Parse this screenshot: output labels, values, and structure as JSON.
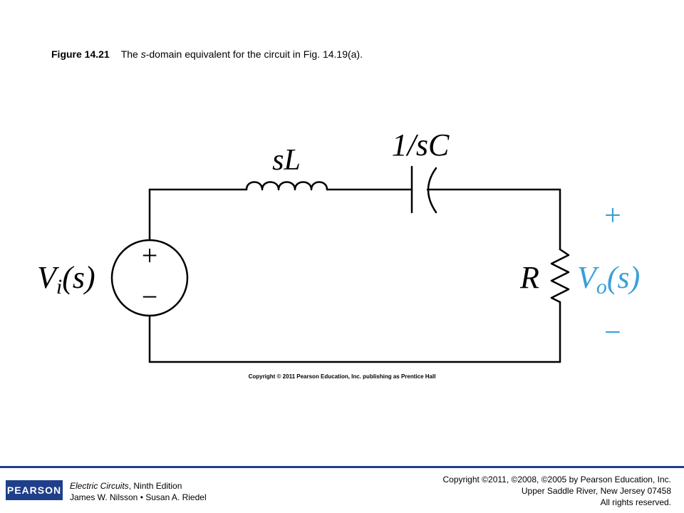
{
  "caption": {
    "figure_number": "Figure 14.21",
    "text_before": "The ",
    "text_italic": "s",
    "text_after": "-domain equivalent for the circuit in Fig. 14.19(a)."
  },
  "circuit": {
    "inductor_label": "sL",
    "capacitor_label": "1/sC",
    "source_label": "V",
    "source_subscript": "i",
    "source_arg": "(s)",
    "source_plus": "+",
    "source_minus": "−",
    "resistor_label": "R",
    "output_label": "V",
    "output_subscript": "o",
    "output_arg": "(s)",
    "output_plus": "+",
    "output_minus": "−",
    "output_color": "#3aa0d8",
    "inner_copyright": "Copyright © 2011 Pearson Education, Inc. publishing as Prentice Hall"
  },
  "footer": {
    "logo_text": "PEARSON",
    "book_title": "Electric Circuits",
    "book_edition": ", Ninth Edition",
    "authors": "James W. Nilsson • Susan A. Riedel",
    "copyright_line1": "Copyright ©2011, ©2008, ©2005 by Pearson Education, Inc.",
    "copyright_line2": "Upper Saddle River, New Jersey 07458",
    "copyright_line3": "All rights reserved.",
    "accent_color": "#1f3f8a"
  }
}
